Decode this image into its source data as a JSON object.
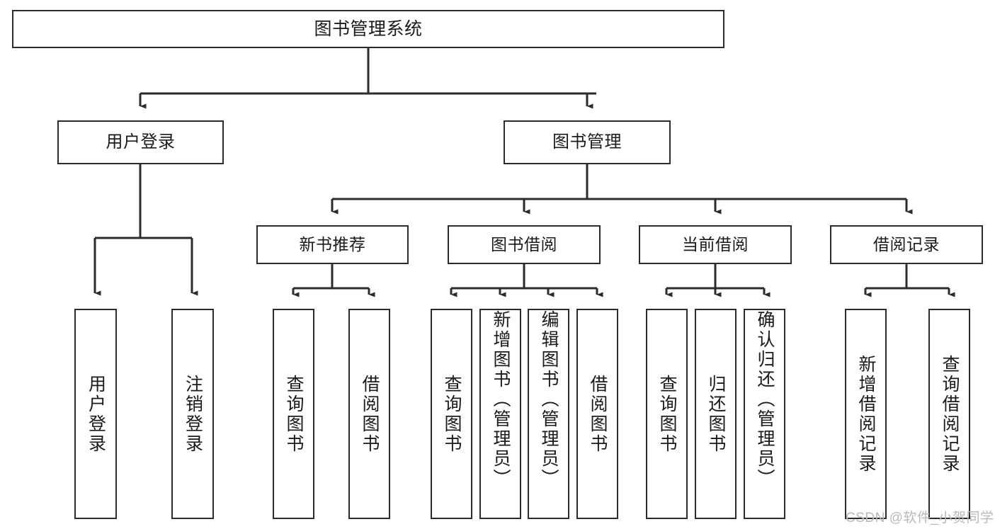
{
  "diagram": {
    "type": "tree-hierarchy",
    "title": "图书管理系统",
    "watermark": "CSDN @软件_小贺同学",
    "colors": {
      "box_border": "#2b2b2b",
      "box_fill": "#ffffff",
      "connector": "#2b2b2b",
      "text": "#1a1a1a",
      "watermark": "#b9b9b9",
      "background": "#ffffff"
    },
    "levels": {
      "root": {
        "label": "图书管理系统"
      },
      "level2": [
        {
          "id": "user-login",
          "label": "用户登录"
        },
        {
          "id": "book-management",
          "label": "图书管理"
        }
      ],
      "level3": [
        {
          "id": "new-book-recommend",
          "label": "新书推荐",
          "parent": "book-management"
        },
        {
          "id": "book-borrow",
          "label": "图书借阅",
          "parent": "book-management"
        },
        {
          "id": "current-borrow",
          "label": "当前借阅",
          "parent": "book-management"
        },
        {
          "id": "borrow-record",
          "label": "借阅记录",
          "parent": "book-management"
        }
      ],
      "leaves": [
        {
          "id": "leaf-user-login",
          "label": "用户登录",
          "parent": "user-login"
        },
        {
          "id": "leaf-user-logout",
          "label": "注销登录",
          "parent": "user-login"
        },
        {
          "id": "leaf-query-book-1",
          "label": "查询图书",
          "parent": "new-book-recommend"
        },
        {
          "id": "leaf-borrow-book-1",
          "label": "借阅图书",
          "parent": "new-book-recommend"
        },
        {
          "id": "leaf-query-book-2",
          "label": "查询图书",
          "parent": "book-borrow"
        },
        {
          "id": "leaf-add-book",
          "label": "新增图书（管理员）",
          "parent": "book-borrow"
        },
        {
          "id": "leaf-edit-book",
          "label": "编辑图书（管理员）",
          "parent": "book-borrow"
        },
        {
          "id": "leaf-borrow-book-2",
          "label": "借阅图书",
          "parent": "book-borrow"
        },
        {
          "id": "leaf-query-book-3",
          "label": "查询图书",
          "parent": "current-borrow"
        },
        {
          "id": "leaf-return-book",
          "label": "归还图书",
          "parent": "current-borrow"
        },
        {
          "id": "leaf-confirm-return",
          "label": "确认归还（管理员）",
          "parent": "current-borrow"
        },
        {
          "id": "leaf-add-record",
          "label": "新增借阅记录",
          "parent": "borrow-record"
        },
        {
          "id": "leaf-query-record",
          "label": "查询借阅记录",
          "parent": "borrow-record"
        }
      ]
    }
  }
}
